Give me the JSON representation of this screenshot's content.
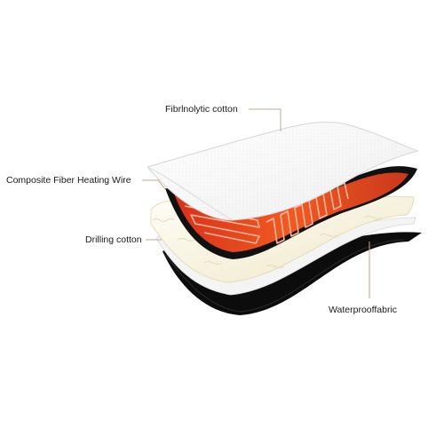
{
  "layers": [
    {
      "label": "Fibrlnolytic cotton"
    },
    {
      "label": "Composite Fiber Heating Wire"
    },
    {
      "label": "Drilling cotton"
    },
    {
      "label": "Waterproоffabric"
    }
  ],
  "colors": {
    "leader_line": "#bfa88f",
    "heating": "#e8421a",
    "heating_wire": "#ffb59a",
    "cotton_white": "#fbfbfb",
    "drilling_cotton": "#f7f2dd",
    "waterproof": "#0c0c0c"
  }
}
